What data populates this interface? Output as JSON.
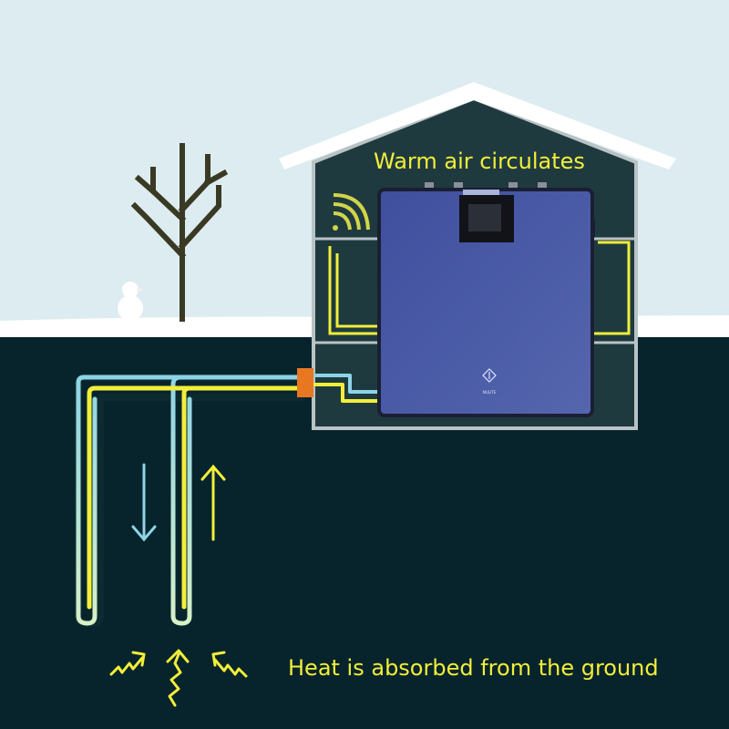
{
  "labels": {
    "warm_air": "Warm air circulates",
    "heat_absorbed": "Heat is absorbed from the ground",
    "unit_brand": "NULITE"
  },
  "colors": {
    "sky": "#dcecf0",
    "snow": "#ffffff",
    "ground": "#07242c",
    "house_wall": "#1f3a3f",
    "heat_pump_body": "#4a5fa8",
    "pipe_cold": "#8dd4e6",
    "pipe_warm": "#f2ee3a",
    "connector": "#e87722",
    "text": "#f2ee3a"
  },
  "icons": [
    "tree-icon",
    "snowman-icon",
    "wifi-waves-icon",
    "down-arrow-icon",
    "up-arrow-icon",
    "squiggly-heat-arrow-icon",
    "brand-logo-icon"
  ]
}
